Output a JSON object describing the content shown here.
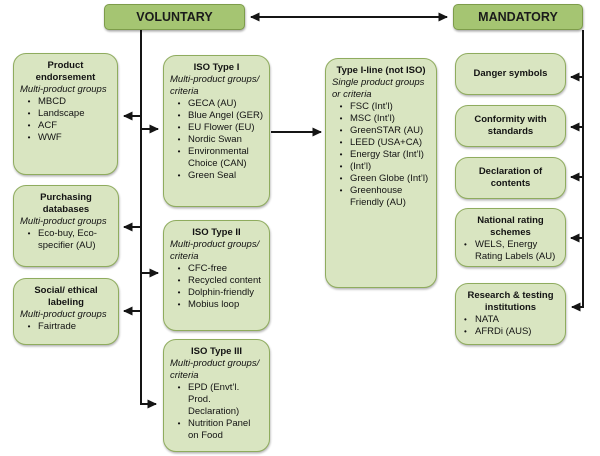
{
  "headers": {
    "voluntary": "VOLUNTARY",
    "mandatory": "MANDATORY"
  },
  "boxes": {
    "product_endorsement": {
      "title": "Product endorsement",
      "subtitle": "Multi-product groups",
      "items": [
        "MBCD",
        "Landscape",
        "ACF",
        "WWF"
      ]
    },
    "purchasing_databases": {
      "title": "Purchasing databases",
      "subtitle": "Multi-product groups",
      "items": [
        "Eco-buy, Eco-specifier (AU)"
      ]
    },
    "social_ethical_labeling": {
      "title": "Social/ ethical labeling",
      "subtitle": "Multi-product groups",
      "items": [
        "Fairtrade"
      ]
    },
    "iso_type_i": {
      "title": "ISO Type I",
      "subtitle": "Multi-product groups/ criteria",
      "items": [
        "GECA (AU)",
        "Blue Angel (GER)",
        "EU Flower (EU)",
        "Nordic Swan",
        "Environmental Choice (CAN)",
        "Green Seal"
      ]
    },
    "iso_type_ii": {
      "title": "ISO Type II",
      "subtitle": "Multi-product groups/ criteria",
      "items": [
        "CFC-free",
        "Recycled content",
        "Dolphin-friendly",
        "Mobius loop"
      ]
    },
    "iso_type_iii": {
      "title": "ISO Type III",
      "subtitle": "Multi-product groups/ criteria",
      "items": [
        "EPD (Envt’l. Prod. Declaration)",
        "Nutrition Panel on Food"
      ]
    },
    "type_i_line": {
      "title": "Type I-line (not ISO)",
      "subtitle": "Single product groups or criteria",
      "items": [
        "FSC (Int’l)",
        "MSC (Int’l)",
        "GreenSTAR (AU)",
        "LEED (USA+CA)",
        "Energy Star (Int’l)",
        "(Int’l)",
        "Green Globe (Int’l)",
        "Greenhouse Friendly (AU)"
      ]
    },
    "danger_symbols": {
      "title": "Danger symbols"
    },
    "conformity_with_standards": {
      "title": "Conformity with standards"
    },
    "declaration_of_contents": {
      "title": "Declaration of contents"
    },
    "national_rating_schemes": {
      "title": "National rating schemes",
      "items": [
        "WELS, Energy Rating Labels (AU)"
      ]
    },
    "research_testing_institutions": {
      "title": "Research & testing institutions",
      "items": [
        "NATA",
        "AFRDi (AUS)"
      ]
    }
  },
  "colors": {
    "header_fill": "#a5c572",
    "header_border": "#7d9c4a",
    "box_fill": "#d9e5c1",
    "box_border": "#8fac5e",
    "connector": "#151515"
  }
}
